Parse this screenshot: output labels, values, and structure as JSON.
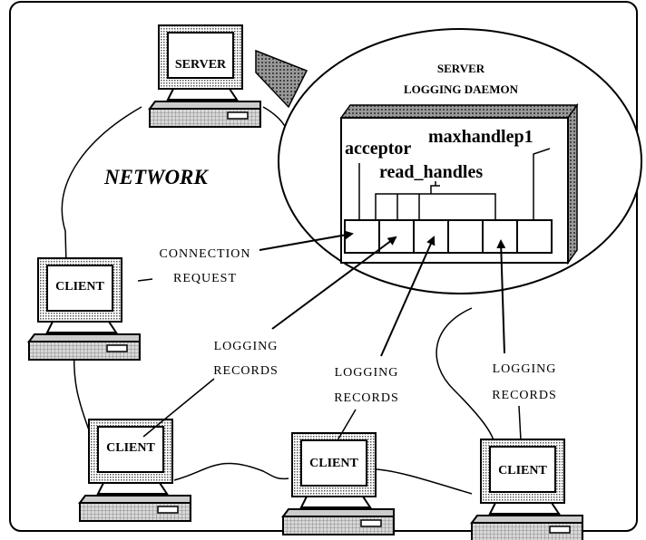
{
  "diagram": {
    "network_label": "NETWORK",
    "server": {
      "monitor_label": "SERVER"
    },
    "daemon": {
      "title_line1": "SERVER",
      "title_line2": "LOGGING DAEMON",
      "labels": {
        "acceptor": "acceptor",
        "read_handles": "read_handles",
        "maxhandlep1": "maxhandlep1"
      },
      "slot_count": 6
    },
    "clients": [
      {
        "monitor_label": "CLIENT"
      },
      {
        "monitor_label": "CLIENT"
      },
      {
        "monitor_label": "CLIENT"
      },
      {
        "monitor_label": "CLIENT"
      }
    ],
    "annotations": {
      "connection_request": [
        "CONNECTION",
        "REQUEST"
      ],
      "logging_records_1": [
        "LOGGING",
        "RECORDS"
      ],
      "logging_records_2": [
        "LOGGING",
        "RECORDS"
      ],
      "logging_records_3": [
        "LOGGING",
        "RECORDS"
      ]
    }
  }
}
